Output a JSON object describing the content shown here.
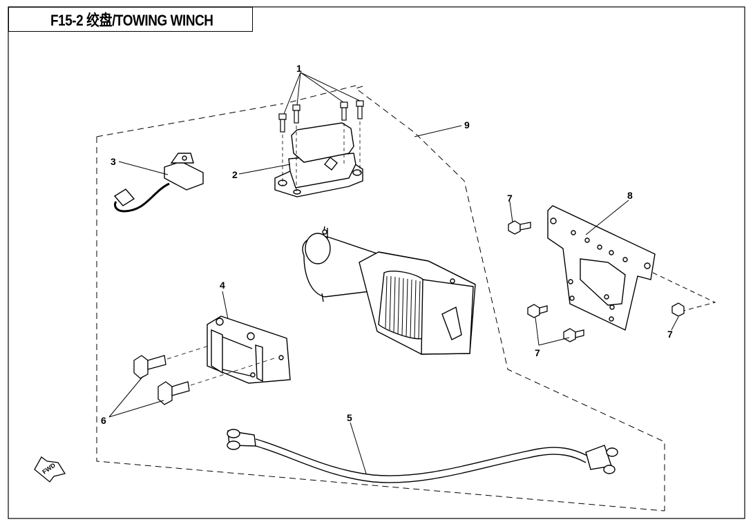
{
  "title": "F15-2  绞盘/TOWING WINCH",
  "fwd_label": "FWD",
  "callouts": [
    "1",
    "2",
    "3",
    "4",
    "5",
    "6",
    "7",
    "7",
    "7",
    "7",
    "8",
    "9"
  ]
}
